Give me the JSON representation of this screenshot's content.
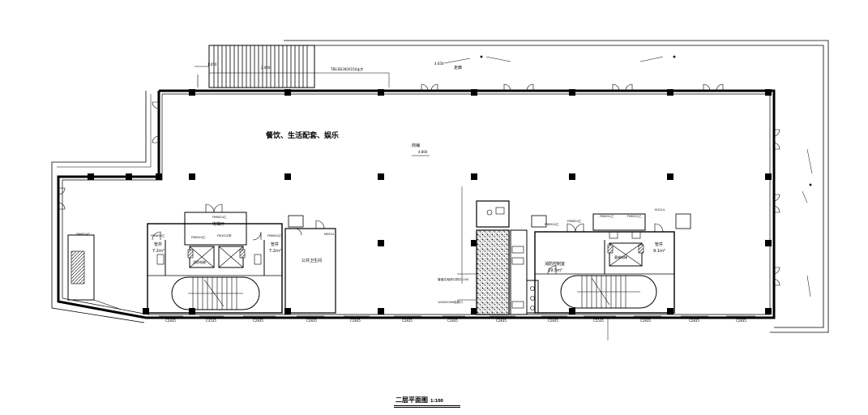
{
  "drawing": {
    "main_function_label": "餐饮、生活配套、娱乐",
    "title": "二层平面图",
    "scale": "1:100",
    "shop_label": "商铺",
    "floor_elevation": "4.800",
    "terrace_label": "走廊",
    "stair_note": "TBS:BS300X150走步",
    "elev_top_left": "1.650",
    "elev_stair": "2.900",
    "elev_terrace": "4.650",
    "room_labels": {
      "electric_room": "电梯厅",
      "public_wc": "公共卫生间",
      "pipe_well_left": "管井",
      "pipe_well_right": "管井",
      "area_left_a": "7.2m²",
      "area_left_b": "7.2m²",
      "fire_control": "消防控制室",
      "fire_control_area": "19.5m²",
      "right_pipe": "管井",
      "right_pipe_area": "9.1m²",
      "elevator_left": "消防电梯",
      "elevator_right": "客梯电梯",
      "duct_note": "管道井/检修口洞口1200",
      "door_note": "1000X1000检修口"
    },
    "window_codes": [
      "C2835",
      "C3535",
      "C2835",
      "C2835",
      "C2835",
      "C2835",
      "C2835",
      "C2835",
      "C2835",
      "C5535",
      "C2835",
      "C2835",
      "C2835"
    ],
    "door_codes": [
      "FM0824乙",
      "FM0624乙",
      "FM0624乙",
      "FM0824乙",
      "FM1022甲",
      "FM0924乙",
      "FM0924乙",
      "FM0824乙",
      "FM0921乙",
      "FM0921乙",
      "M1224",
      "M0924"
    ]
  }
}
